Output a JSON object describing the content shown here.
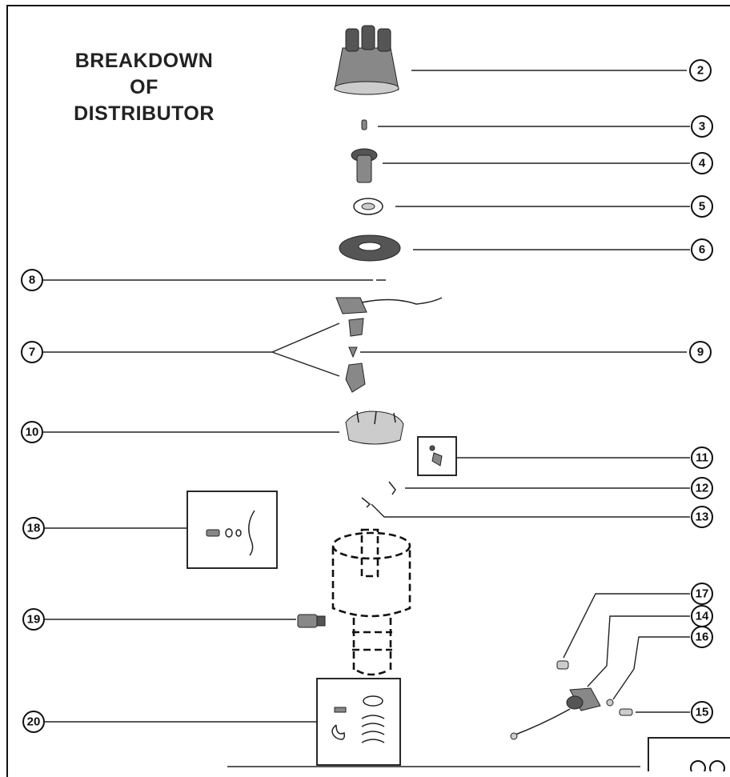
{
  "title": {
    "line1": "BREAKDOWN",
    "line2": "OF",
    "line3": "DISTRIBUTOR"
  },
  "callouts": {
    "c2": "2",
    "c3": "3",
    "c4": "4",
    "c5": "5",
    "c6": "6",
    "c7": "7",
    "c8": "8",
    "c9": "9",
    "c10": "10",
    "c11": "11",
    "c12": "12",
    "c13": "13",
    "c14": "14",
    "c15": "15",
    "c16": "16",
    "c17": "17",
    "c18": "18",
    "c19": "19",
    "c20": "20"
  }
}
